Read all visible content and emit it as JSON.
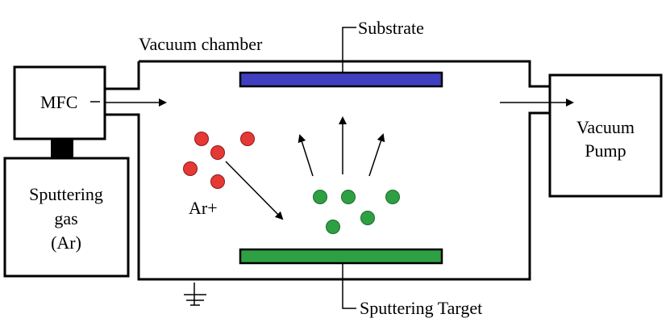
{
  "labels": {
    "vacuum_chamber": "Vacuum chamber",
    "substrate": "Substrate",
    "mfc": "MFC",
    "vacuum_pump_line1": "Vacuum",
    "vacuum_pump_line2": "Pump",
    "sputtering_gas_line1": "Sputtering",
    "sputtering_gas_line2": "gas",
    "sputtering_gas_line3": "(Ar)",
    "ar_ion": "Ar+",
    "sputtering_target": "Sputtering Target"
  },
  "colors": {
    "outline": "#000000",
    "substrate": "#3f3fbf",
    "target": "#2ea043",
    "argon_ion": "#e53935",
    "sputtered_atom": "#2ea043"
  }
}
